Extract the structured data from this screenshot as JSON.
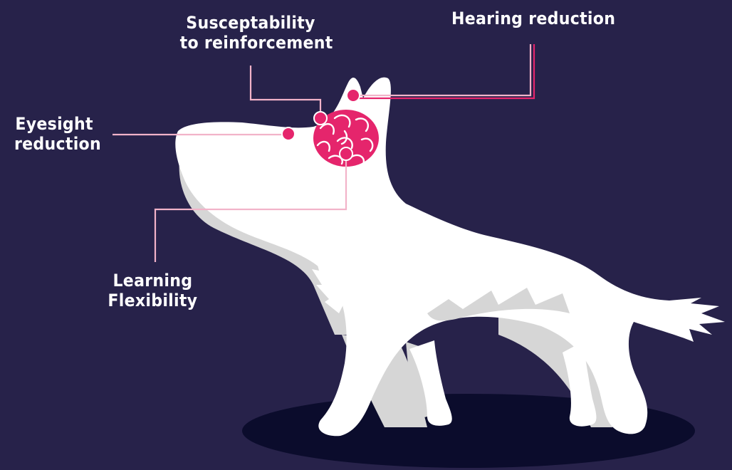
{
  "labels": {
    "hearing": [
      "Hearing reduction"
    ],
    "susceptibility": [
      "Susceptability",
      "to reinforcement"
    ],
    "eyesight": [
      "Eyesight",
      "reduction"
    ],
    "learning": [
      "Learning",
      "Flexibility"
    ]
  },
  "colors": {
    "background": "#27224a",
    "dog": "#ffffff",
    "dog_shadow": "#d6d6d6",
    "ground_shadow": "#0b0c2c",
    "accent": "#e5256c",
    "connector": "#f2b3c9"
  },
  "icons": {
    "brain": "brain-icon",
    "dog": "dog-silhouette"
  }
}
